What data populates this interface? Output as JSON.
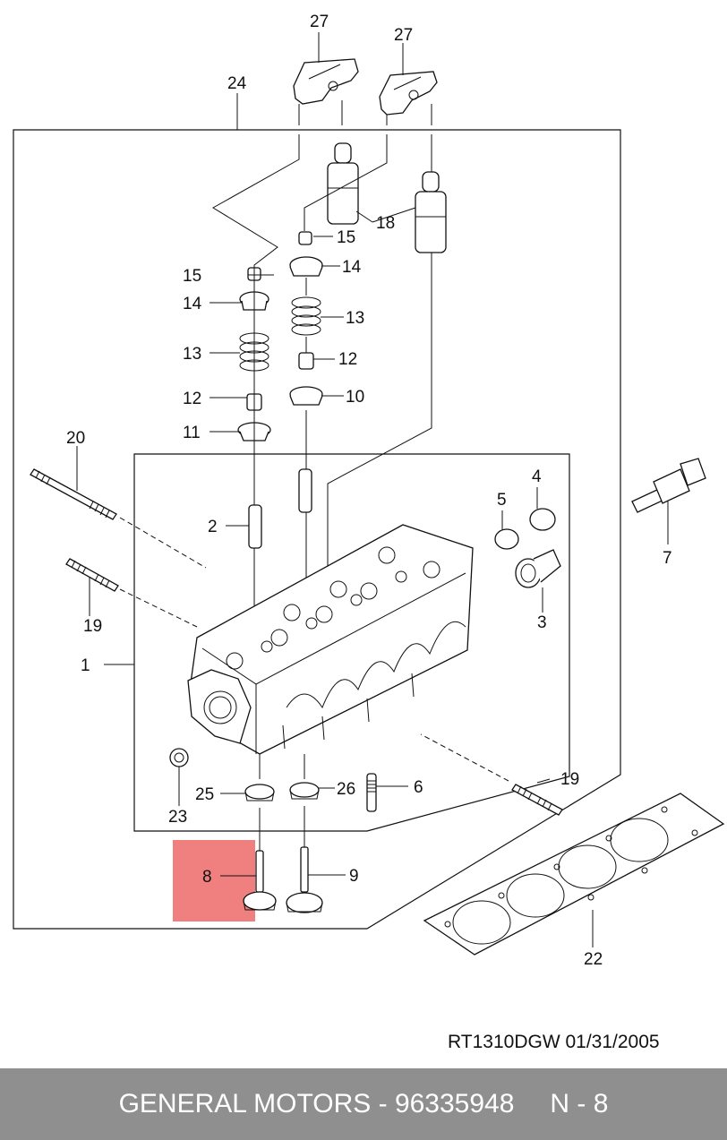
{
  "diagram": {
    "callouts": {
      "c27a": "27",
      "c27b": "27",
      "c24": "24",
      "c18": "18",
      "c15a": "15",
      "c15b": "15",
      "c14a": "14",
      "c14b": "14",
      "c13a": "13",
      "c13b": "13",
      "c12a": "12",
      "c12b": "12",
      "c11": "11",
      "c10": "10",
      "c20": "20",
      "c2": "2",
      "c5": "5",
      "c4": "4",
      "c7": "7",
      "c3": "3",
      "c19a": "19",
      "c19b": "19",
      "c1": "1",
      "c6": "6",
      "c25": "25",
      "c26": "26",
      "c23": "23",
      "c8": "8",
      "c9": "9",
      "c22": "22"
    },
    "highlight_color": "#f08080"
  },
  "doc_id": "RT1310DGW  01/31/2005",
  "footer": {
    "left": "GENERAL MOTORS - 96335948",
    "right": "N - 8"
  }
}
